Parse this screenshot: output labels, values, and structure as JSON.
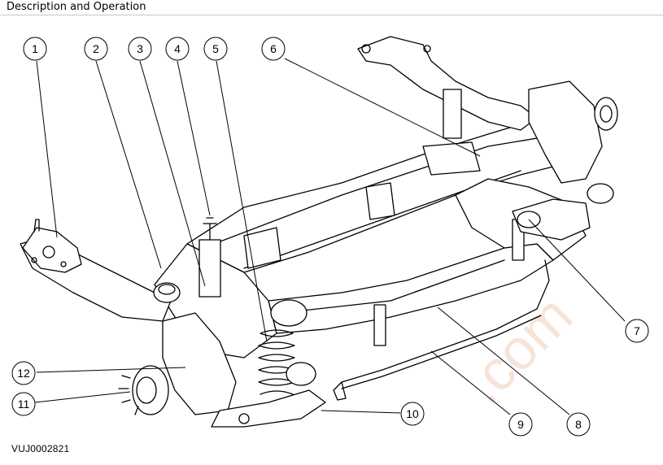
{
  "header": {
    "title": "Description and Operation"
  },
  "figure": {
    "code": "VUJ0002821",
    "watermark": ".com",
    "callouts": [
      "1",
      "2",
      "3",
      "4",
      "5",
      "6",
      "7",
      "8",
      "9",
      "10",
      "11",
      "12"
    ]
  }
}
